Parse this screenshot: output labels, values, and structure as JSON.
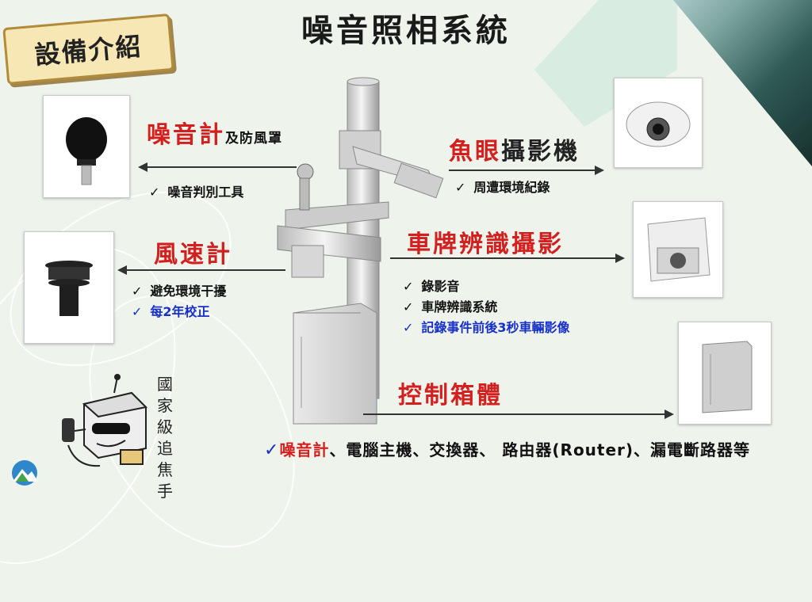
{
  "title": "噪音照相系統",
  "tag": "設備介紹",
  "noise_meter": {
    "name": "噪音計",
    "suffix": "及防風罩",
    "bullets": [
      "噪音判別工具"
    ]
  },
  "anemometer": {
    "name": "風速計",
    "bullets": [
      "避免環境干擾"
    ],
    "bullets_blue": [
      "每2年校正"
    ]
  },
  "fisheye": {
    "name_red": "魚眼",
    "name_dark": "攝影機",
    "bullets": [
      "周遭環境紀錄"
    ]
  },
  "plate": {
    "name": "車牌辨識攝影",
    "bullets": [
      "錄影音",
      "車牌辨識系統"
    ],
    "bullets_blue": [
      "記錄事件前後3秒車輛影像"
    ]
  },
  "cabinet": {
    "name": "控制箱體"
  },
  "bottom": {
    "check": "✓",
    "red_part": "噪音計",
    "rest": "、電腦主機、交換器、 路由器(Router)、漏電斷路器等"
  },
  "doodle_text": [
    "國",
    "家",
    "級",
    "追",
    "焦",
    "手"
  ],
  "colors": {
    "accent_red": "#d41f1f",
    "accent_blue": "#1730c9"
  }
}
